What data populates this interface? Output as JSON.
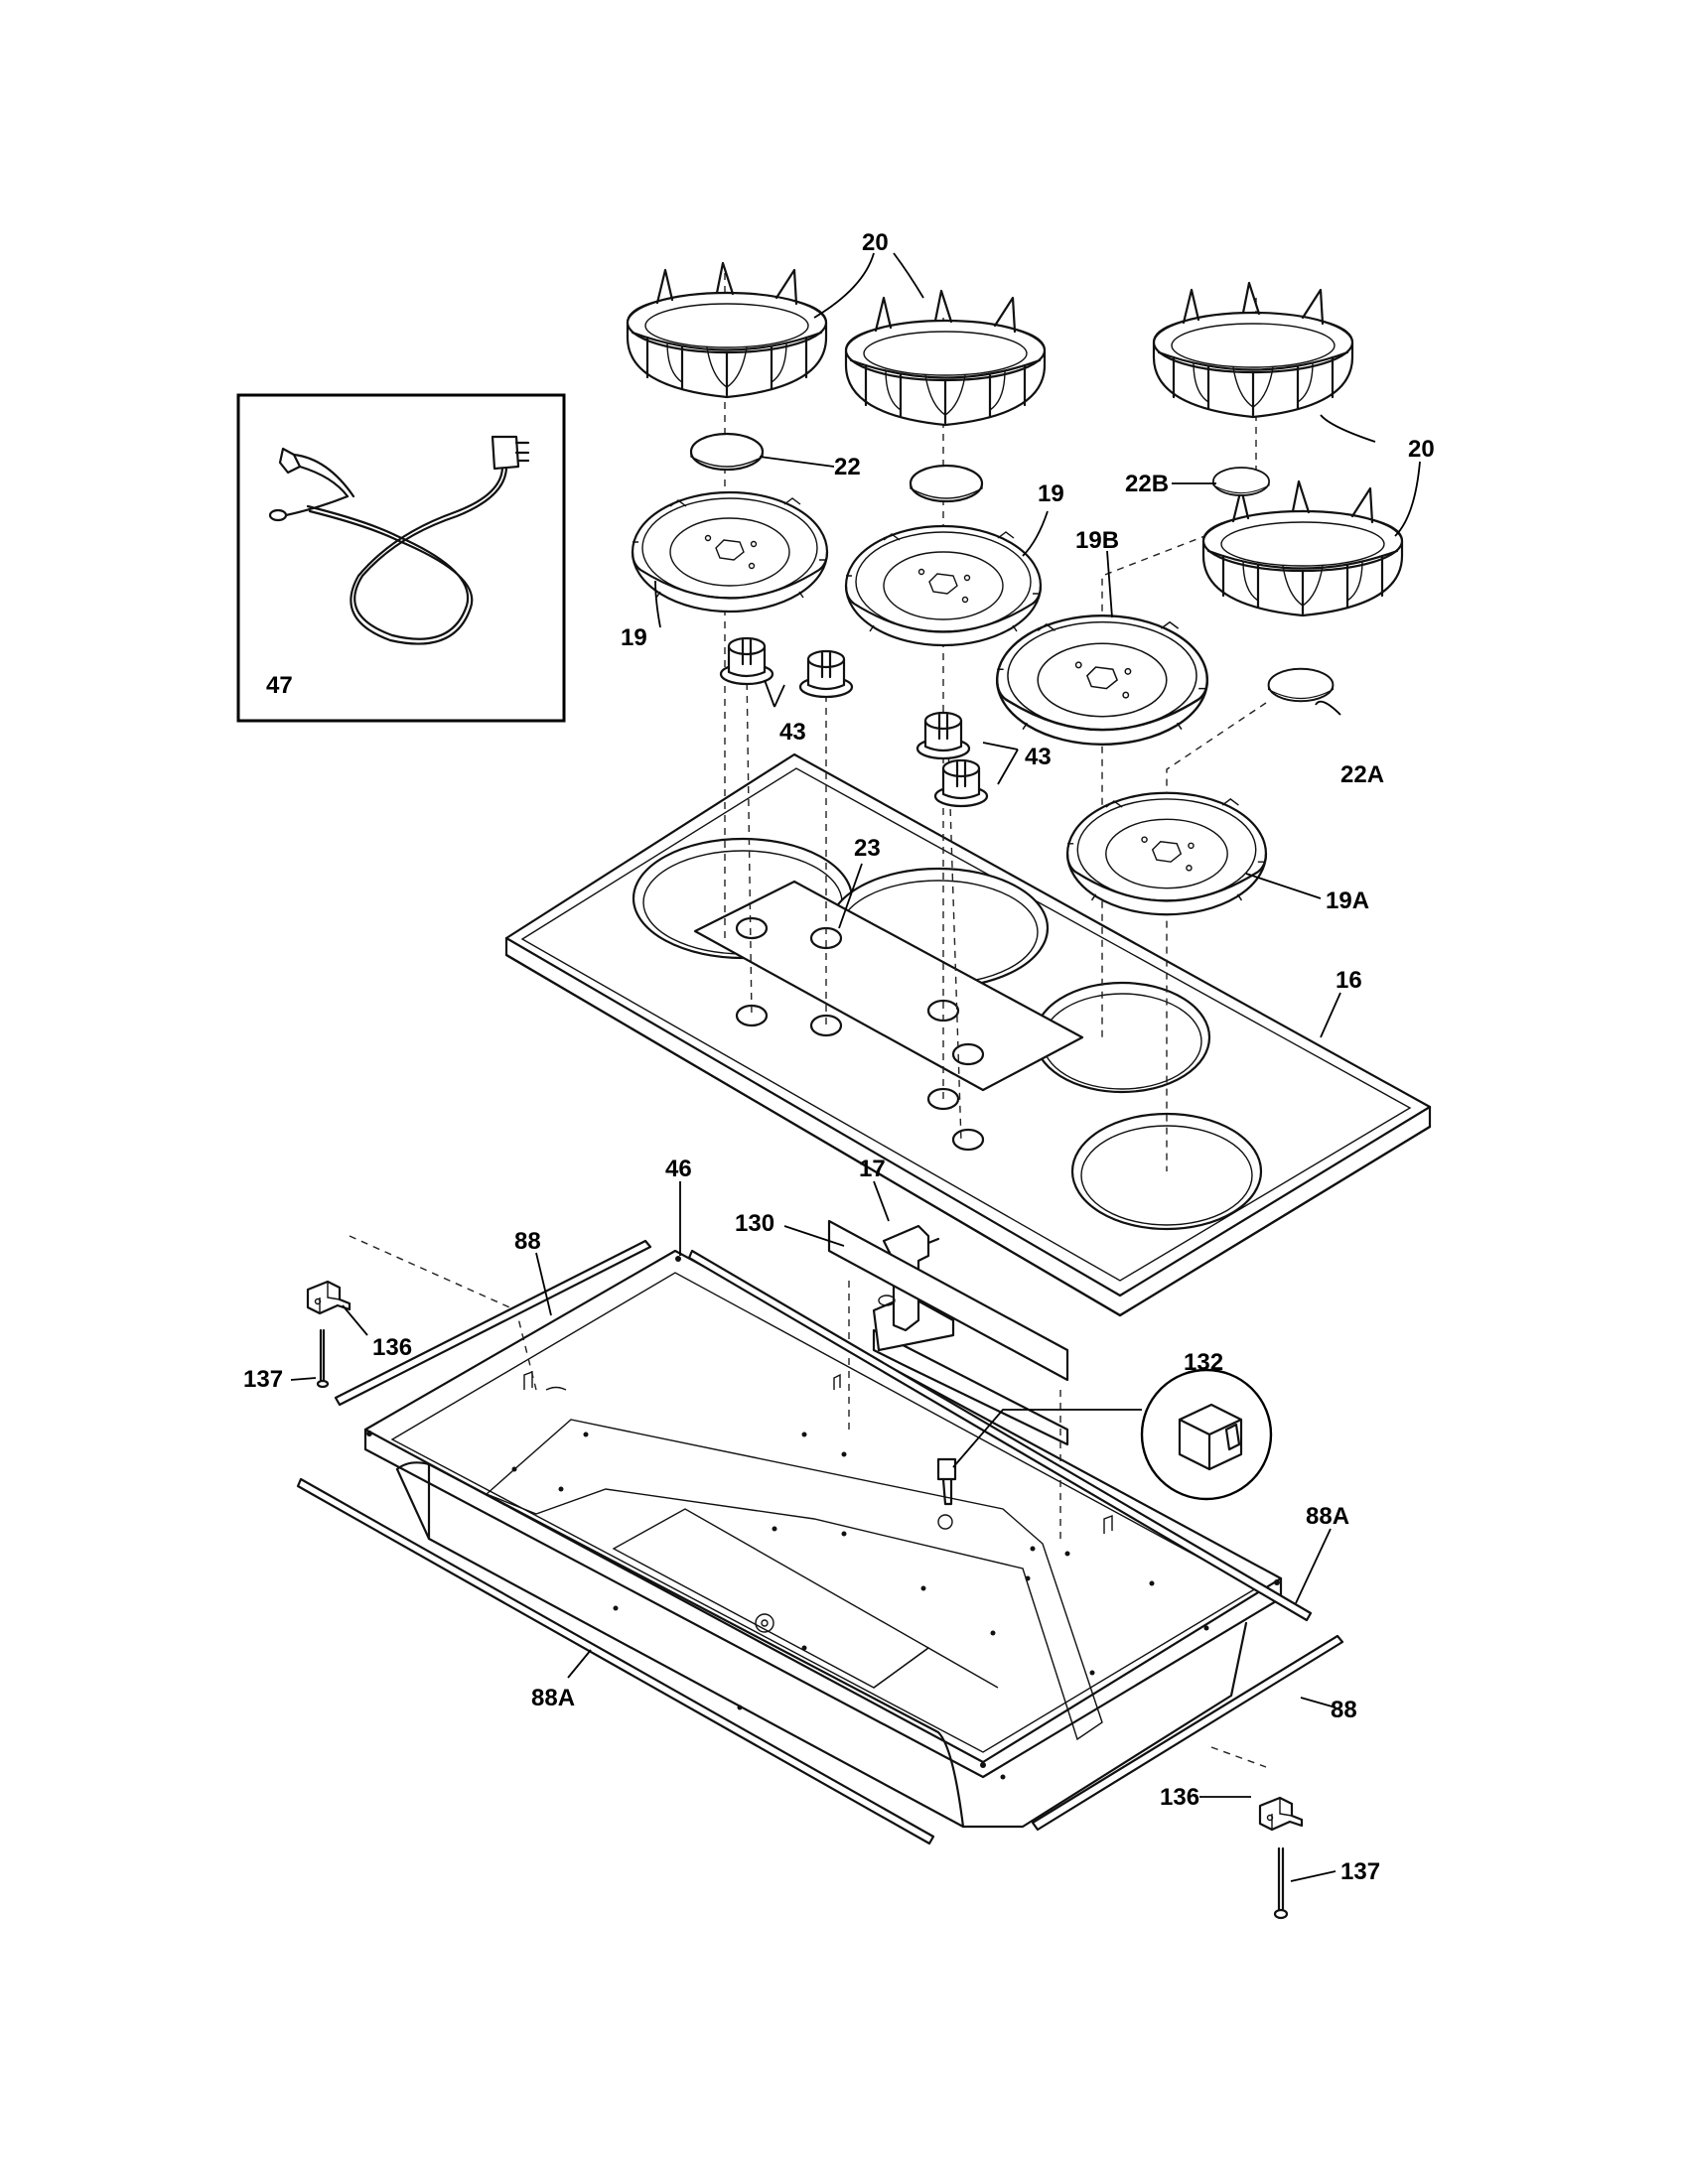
{
  "labels": {
    "l20a": "20",
    "l20b": "20",
    "l22": "22",
    "l22b": "22B",
    "l19a_top": "19",
    "l19_left": "19",
    "l19b": "19B",
    "l43_left": "43",
    "l43_right": "43",
    "l22a": "22A",
    "l23": "23",
    "l19a": "19A",
    "l16": "16",
    "l47": "47",
    "l46": "46",
    "l17": "17",
    "l130": "130",
    "l88_left": "88",
    "l136_left": "136",
    "l137_left": "137",
    "l132": "132",
    "l88a_right": "88A",
    "l88a_left": "88A",
    "l88_right": "88",
    "l136_right": "136",
    "l137_right": "137"
  },
  "colors": {
    "line": "#111111",
    "background": "#ffffff"
  }
}
